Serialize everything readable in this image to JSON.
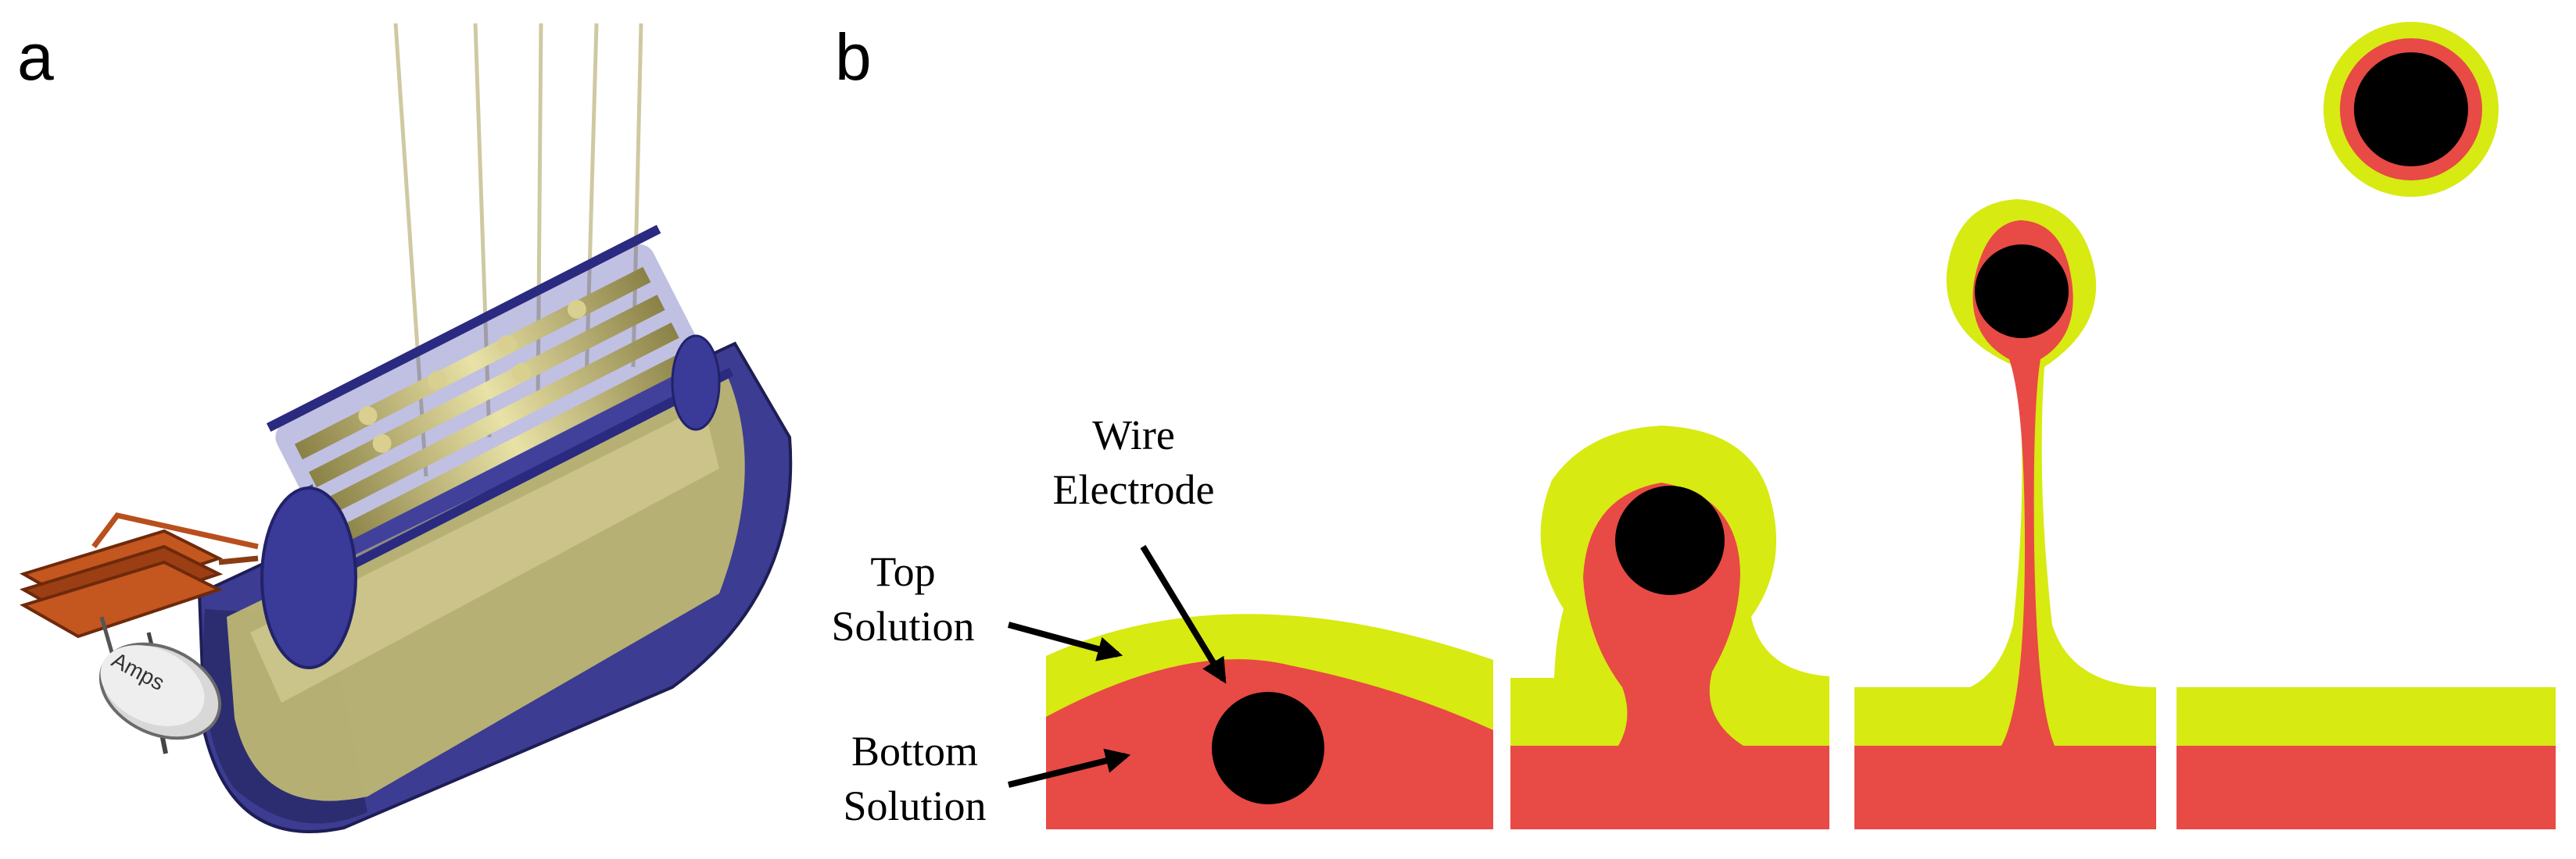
{
  "panels": {
    "a": "a",
    "b": "b"
  },
  "apparatus": {
    "meter_label": "Amps"
  },
  "labels": {
    "wire_line1": "Wire",
    "wire_line2": "Electrode",
    "top_line1": "Top",
    "top_line2": "Solution",
    "bottom_line1": "Bottom",
    "bottom_line2": "Solution"
  },
  "colors": {
    "top_solution": "#d7ea12",
    "bottom_solution": "#e84a45",
    "wire": "#000000",
    "tank": "#3c3c92",
    "tank_liquid": "#bdb673",
    "rods": "#c9c07a",
    "heater": "#b94f1d"
  }
}
